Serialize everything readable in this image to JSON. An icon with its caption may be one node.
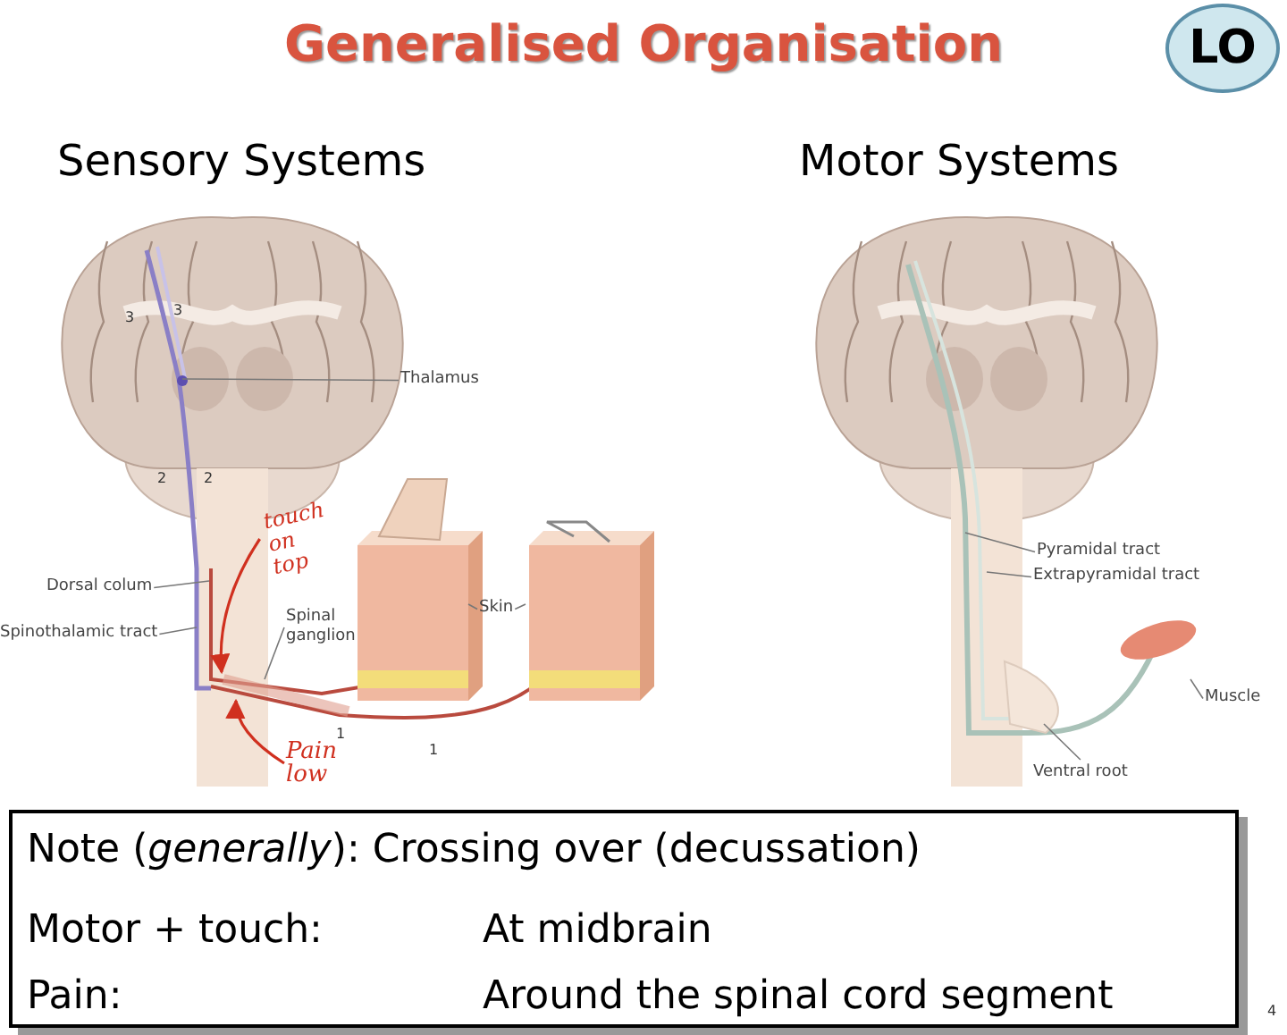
{
  "diagram": {
    "title": "Generalised Organisation",
    "nodes": [
      {
        "text": [
          "LO"
        ]
      },
      {
        "text": [
          "Thalamus"
        ]
      },
      {
        "text": [
          "Dorsal colum"
        ]
      },
      {
        "text": [
          "Spinothalamic tract"
        ]
      },
      {
        "text": [
          "Spinal ganglion"
        ]
      },
      {
        "text": [
          "Skin"
        ]
      },
      {
        "text": [
          "touch on top"
        ]
      },
      {
        "text": [
          "Pain low"
        ]
      },
      {
        "text": [
          "Pyramidal tract"
        ]
      },
      {
        "text": [
          "Extrapyramidal tract"
        ]
      },
      {
        "text": [
          "Muscle"
        ]
      },
      {
        "text": [
          "Ventral root"
        ]
      },
      {
        "text": [
          "Note (*generally*): Crossing over (decussation)",
          "Motor + touch:",
          "At midbrain",
          "Pain:",
          "Around the spinal cord segment"
        ]
      }
    ],
    "edges": [
      {
        "from": 1,
        "to": null,
        "arrow": "none"
      },
      {
        "from": 2,
        "to": null,
        "arrow": "none"
      },
      {
        "from": 3,
        "to": null,
        "arrow": "none"
      },
      {
        "from": 4,
        "to": null,
        "arrow": "none"
      },
      {
        "from": 5,
        "to": null,
        "arrow": "none"
      },
      {
        "from": 5,
        "to": null,
        "arrow": "none"
      },
      {
        "from": 6,
        "to": null,
        "arrow": "to",
        "color": "#d0301f"
      },
      {
        "from": 7,
        "to": null,
        "arrow": "to",
        "color": "#d0301f"
      },
      {
        "from": 8,
        "to": null,
        "arrow": "none"
      },
      {
        "from": 9,
        "to": null,
        "arrow": "none"
      },
      {
        "from": 10,
        "to": null,
        "arrow": "none"
      },
      {
        "from": 11,
        "to": null,
        "arrow": "none"
      }
    ],
    "labels": [
      "Sensory Systems",
      "Motor Systems",
      "3",
      "3",
      "2",
      "2",
      "1",
      "1",
      "4"
    ]
  }
}
